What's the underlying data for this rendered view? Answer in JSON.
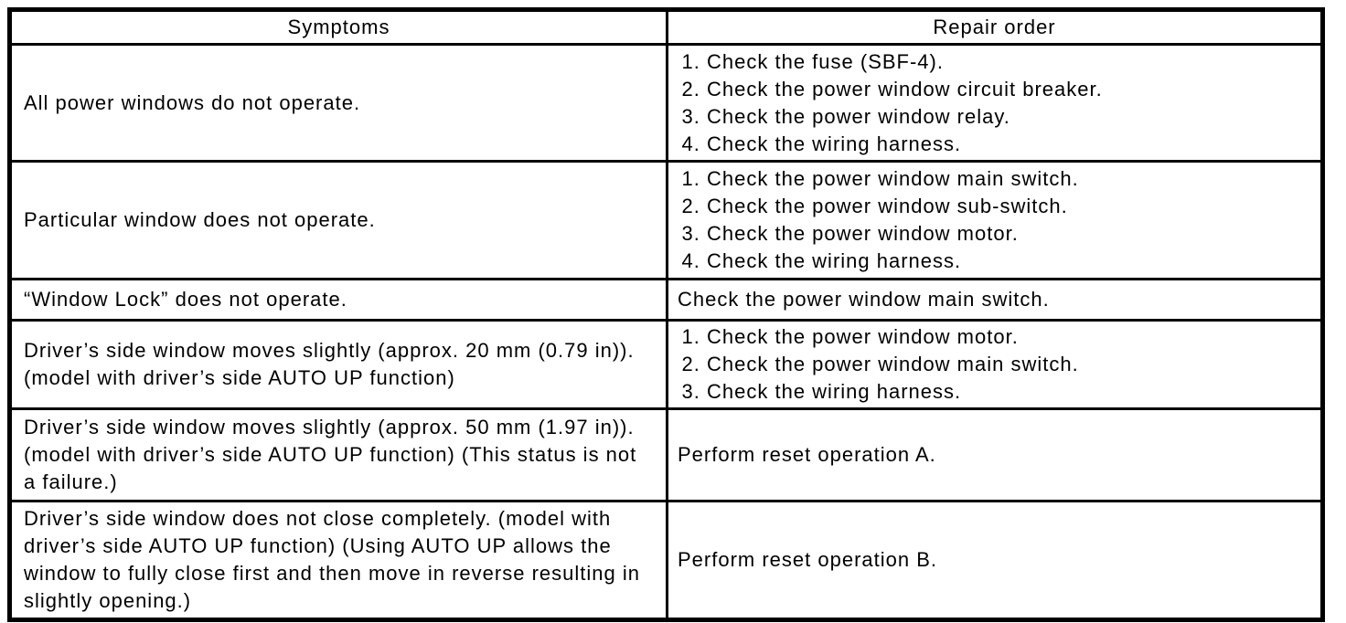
{
  "table": {
    "headers": [
      "Symptoms",
      "Repair order"
    ],
    "rows": [
      {
        "symptom": "All power windows do not operate.",
        "repair_steps": [
          "Check the fuse (SBF-4).",
          "Check the power window circuit breaker.",
          "Check the power window relay.",
          "Check the wiring harness."
        ]
      },
      {
        "symptom": "Particular window does not operate.",
        "repair_steps": [
          "Check the power window main switch.",
          "Check the power window sub-switch.",
          "Check the power window motor.",
          "Check the wiring harness."
        ]
      },
      {
        "symptom": "“Window Lock” does not operate.",
        "repair_text": "Check the power window main switch."
      },
      {
        "symptom": "Driver’s side window moves slightly (approx. 20 mm (0.79 in)). (model with driver’s side AUTO UP function)",
        "repair_steps": [
          "Check the power window motor.",
          "Check the power window main switch.",
          "Check the wiring harness."
        ]
      },
      {
        "symptom": "Driver’s side window moves slightly (approx. 50 mm (1.97 in)). (model with driver’s side AUTO UP function) (This status is not a failure.)",
        "repair_text": "Perform reset operation A."
      },
      {
        "symptom": "Driver’s side window does not close completely. (model with driver’s side AUTO UP function) (Using AUTO UP allows the window to fully close first and then move in reverse resulting in slightly opening.)",
        "repair_text": "Perform reset operation B."
      }
    ]
  },
  "colors": {
    "border": "#000000",
    "background": "#ffffff",
    "text": "#000000"
  }
}
